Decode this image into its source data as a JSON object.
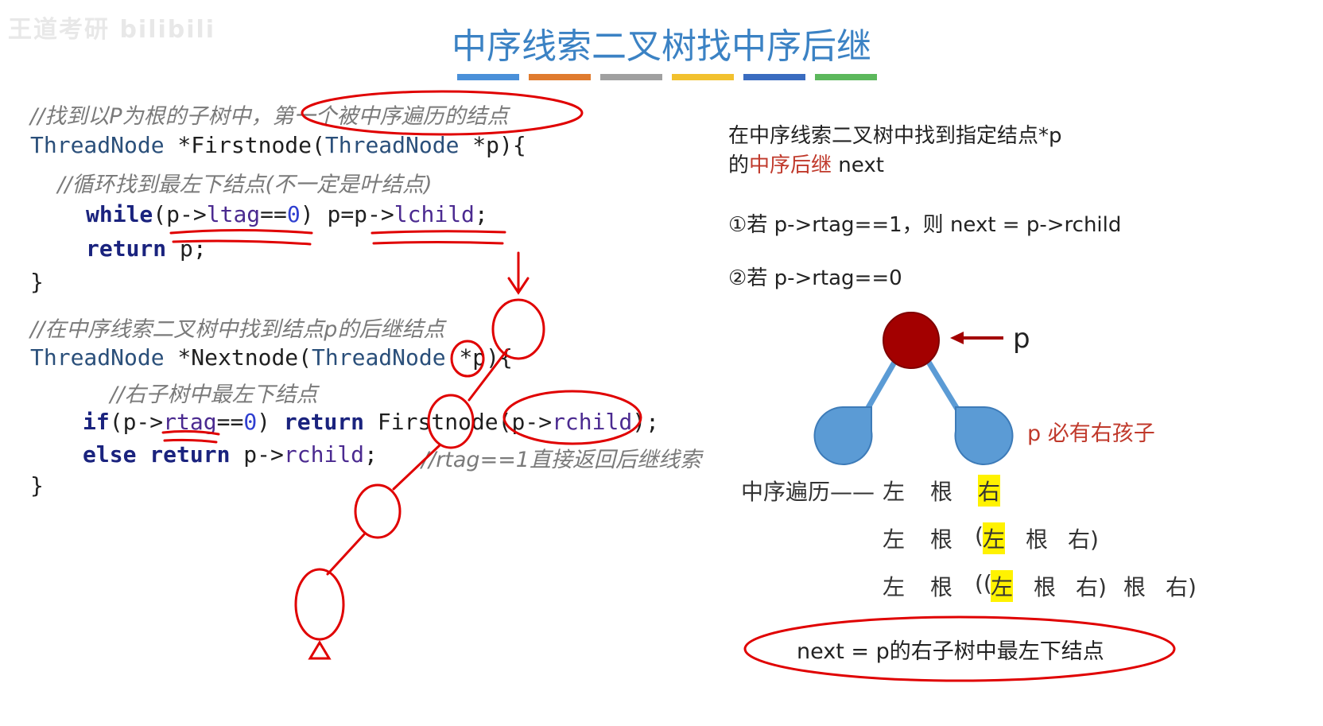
{
  "watermark": "王道考研 bilibili",
  "title": "中序线索二叉树找中序后继",
  "bar_colors": [
    "#4a90d9",
    "#e07b2e",
    "#a0a0a0",
    "#f2c12e",
    "#3a6cc0",
    "#5cb85c"
  ],
  "code": {
    "c1": "//找到以P为根的子树中，第一个被中序遍历的结点",
    "l1_type": "ThreadNode",
    "l1_rest": " *Firstnode(",
    "l1_type2": "ThreadNode",
    "l1_end": " *p){",
    "c2": "    //循环找到最左下结点(不一定是叶结点)",
    "l2_kw": "while",
    "l2_a": "(p->",
    "l2_f": "ltag",
    "l2_b": "==",
    "l2_n": "0",
    "l2_c": ") p=p->",
    "l2_f2": "lchild",
    "l2_d": ";",
    "l3_kw": "return",
    "l3_rest": " p;",
    "brace1": "}",
    "c3": "//在中序线索二叉树中找到结点p的后继结点",
    "l4_type": "ThreadNode",
    "l4_rest": " *Nextnode(",
    "l4_type2": "ThreadNode",
    "l4_end": " *p){",
    "c4": "    //右子树中最左下结点",
    "l5_kw": "if",
    "l5_a": "(p->",
    "l5_f": "rtag",
    "l5_b": "==",
    "l5_n": "0",
    "l5_c": ") ",
    "l5_kw2": "return",
    "l5_d": " Firstnode(p->",
    "l5_f2": "rchild",
    "l5_e": ");",
    "l6_kw": "else",
    "l6_kw2": "return",
    "l6_a": " p->",
    "l6_f": "rchild",
    "l6_b": ";",
    "l6_comment": "//rtag==1直接返回后继线索",
    "brace2": "}"
  },
  "right": {
    "line1": "在中序线索二叉树中找到指定结点*p",
    "line2_a": "的",
    "line2_red": "中序后继",
    "line2_b": " next",
    "rule1": "①若 p->rtag==1，则 next = p->rchild",
    "rule2": "②若 p->rtag==0",
    "node_label": "p",
    "right_child_note": "p 必有右孩子",
    "order_prefix": "中序遍历——",
    "row1": [
      "左",
      "根",
      "右"
    ],
    "row2": [
      "左",
      "根",
      "(",
      "左",
      "根",
      "右)"
    ],
    "row3": [
      "左",
      "根",
      "((",
      "左",
      "根",
      "右)",
      "根",
      "右)"
    ],
    "conclusion": "next = p的右子树中最左下结点"
  },
  "colors": {
    "root_node": "#a30000",
    "child_node": "#5b9bd5",
    "annotation": "#e00000"
  }
}
